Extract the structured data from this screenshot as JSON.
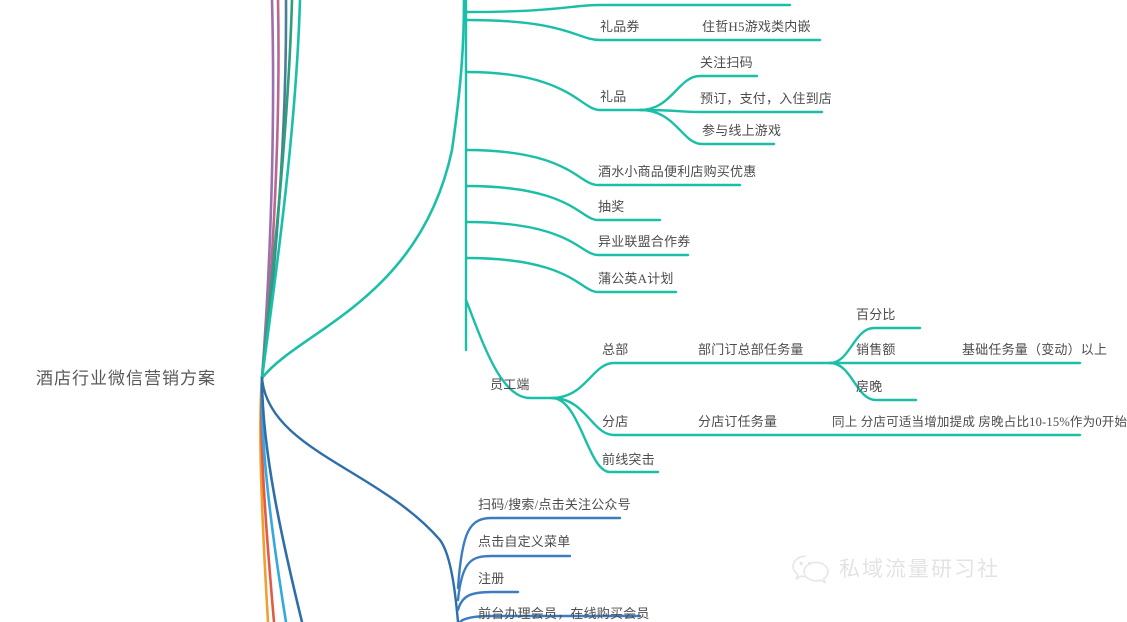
{
  "document": {
    "type": "mindmap",
    "title": "酒店行业微信营销方案"
  },
  "colors": {
    "teal": "#1bbfa8",
    "green": "#2e9e7e",
    "purple": "#9b6fb0",
    "magenta": "#b8688f",
    "steel": "#4a7d96",
    "dark_blue": "#2f6ea8",
    "light_blue": "#35a8e0",
    "orange": "#f0a030",
    "red": "#e05a4a",
    "text": "#4c4c4c",
    "root_text": "#58595b",
    "watermark": "#d2d2d2"
  },
  "root": {
    "label": "酒店行业微信营销方案"
  },
  "branches": {
    "gift_voucher": {
      "label": "礼品券",
      "children": [
        {
          "label": "住哲H5游戏类内嵌"
        }
      ]
    },
    "gift": {
      "label": "礼品",
      "children": [
        {
          "label": "关注扫码"
        },
        {
          "label": "预订，支付，入住到店"
        },
        {
          "label": "参与线上游戏"
        }
      ]
    },
    "standalone": [
      {
        "label": "酒水小商品便利店购买优惠"
      },
      {
        "label": "抽奖"
      },
      {
        "label": "异业联盟合作券"
      },
      {
        "label": "蒲公英A计划"
      }
    ],
    "staff": {
      "label": "员工端",
      "children": [
        {
          "label": "总部",
          "detail": "部门订总部任务量",
          "metrics": [
            {
              "label": "百分比"
            },
            {
              "label": "销售额",
              "detail": "基础任务量（变动）以上"
            },
            {
              "label": "房晚"
            }
          ]
        },
        {
          "label": "分店",
          "detail": "分店订任务量",
          "note": "同上 分店可适当增加提成 房晚占比10-15%作为0开始"
        },
        {
          "label": "前线突击"
        }
      ]
    },
    "member_flow": [
      {
        "label": "扫码/搜索/点击关注公众号"
      },
      {
        "label": "点击自定义菜单"
      },
      {
        "label": "注册"
      },
      {
        "label": "前台办理会员，在线购买会员"
      }
    ]
  },
  "watermark": {
    "text": "私域流量研习社",
    "icon": "wechat-icon"
  }
}
